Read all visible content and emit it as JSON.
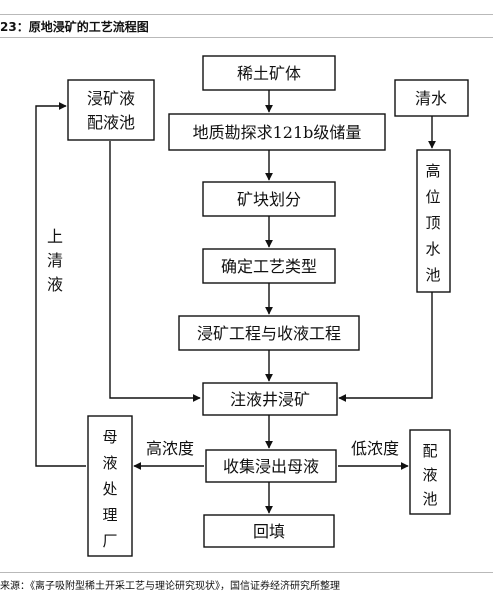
{
  "header": {
    "title": "23：原地浸矿的工艺流程图"
  },
  "footer": {
    "source": "来源：《离子吸附型稀土开采工艺与理论研究现状》，国信证券经济研究所整理"
  },
  "nodes": {
    "rare_earth_body": "稀土矿体",
    "geo_survey": "地质勘探求121b级储量",
    "ore_block_division": "矿块划分",
    "process_type": "确定工艺类型",
    "leach_collect_works": "浸矿工程与收液工程",
    "injection_leach": "注液井浸矿",
    "collect_mother_liquor": "收集浸出母液",
    "backfill": "回填",
    "leach_liquid_pool": [
      "浸矿液",
      "配液池"
    ],
    "clear_water": "清水",
    "high_tank": [
      "高",
      "位",
      "顶",
      "水",
      "池"
    ],
    "mother_liquor_plant": [
      "母",
      "液",
      "处",
      "理",
      "厂"
    ],
    "mixing_pool": [
      "配",
      "液",
      "池"
    ]
  },
  "edge_labels": {
    "supernatant": [
      "上",
      "清",
      "液"
    ],
    "high_concentration": "高浓度",
    "low_concentration": "低浓度"
  }
}
